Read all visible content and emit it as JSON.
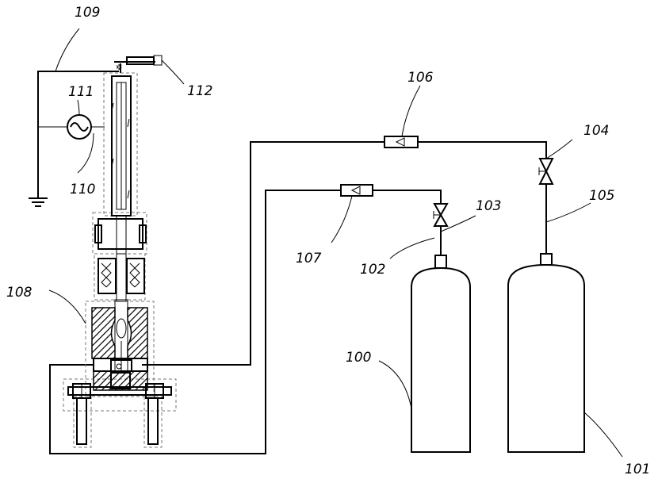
{
  "figure": {
    "labels": {
      "l100": "100",
      "l101": "101",
      "l102": "102",
      "l103": "103",
      "l104": "104",
      "l105": "105",
      "l106": "106",
      "l107": "107",
      "l108": "108",
      "l109": "109",
      "l110": "110",
      "l111": "111",
      "l112": "112"
    },
    "colors": {
      "ink": "#000000",
      "dashed_outline": "#777777",
      "background": "#ffffff"
    }
  }
}
